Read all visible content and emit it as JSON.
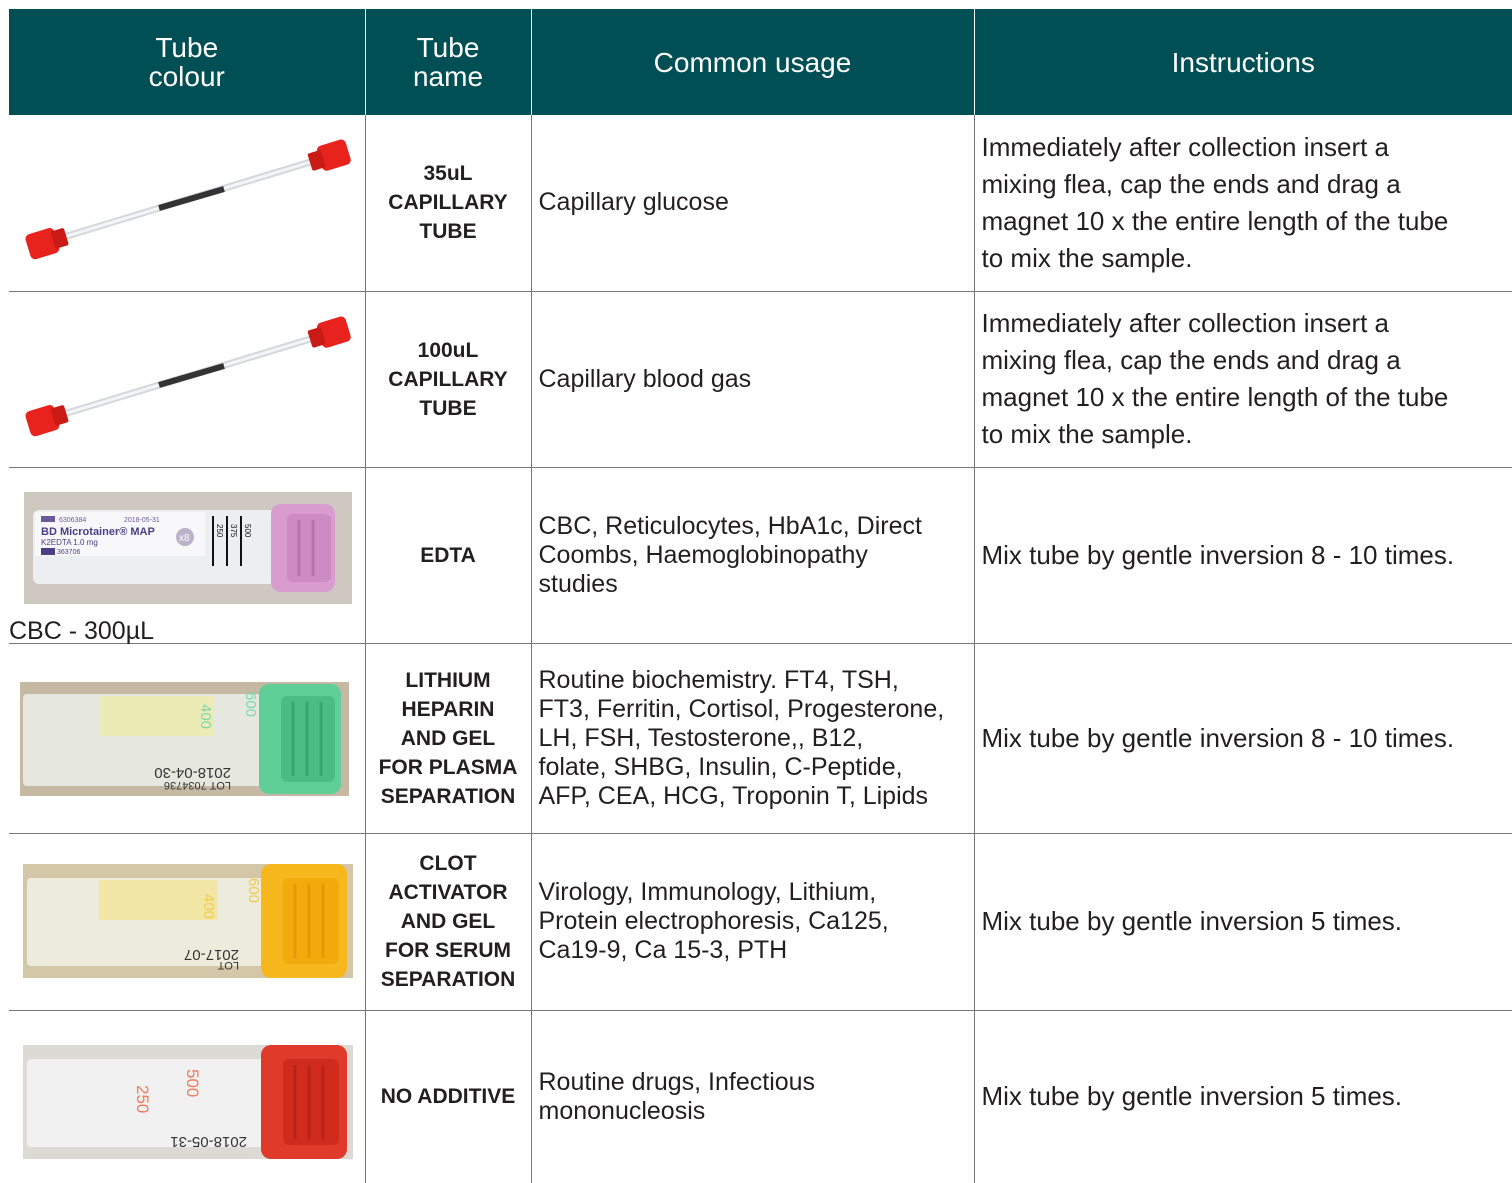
{
  "headers": {
    "colour": [
      "Tube",
      "colour"
    ],
    "name": [
      "Tube",
      "name"
    ],
    "usage": "Common usage",
    "instructions": "Instructions"
  },
  "rows": [
    {
      "tube_icon": "red-capped-capillary-tube",
      "name": [
        "35uL",
        "CAPILLARY",
        "TUBE"
      ],
      "usage": "Capillary glucose",
      "instructions": [
        "Immediately after collection insert a",
        "mixing flea, cap the ends and drag a",
        "magnet 10 x the entire length of the tube",
        "to mix the sample."
      ]
    },
    {
      "tube_icon": "red-capped-capillary-tube",
      "name": [
        "100uL",
        "CAPILLARY",
        "TUBE"
      ],
      "usage": "Capillary blood gas",
      "instructions": [
        "Immediately after collection insert a",
        "mixing flea, cap the ends and drag a",
        "magnet 10 x the entire length of the tube",
        "to mix the sample."
      ]
    },
    {
      "tube_icon": "lavender-top-microtainer-tube",
      "caption": "CBC - 300µL",
      "tube_label": {
        "brand": "BD Microtainer® MAP",
        "additive": "K2EDTA 1.0 mg",
        "ref": "363706",
        "lot": "6306384",
        "date": "2018-05-31",
        "marks": [
          "250",
          "375",
          "500"
        ],
        "count": "x8"
      },
      "name": [
        "EDTA"
      ],
      "usage": [
        "CBC, Reticulocytes, HbA1c, Direct",
        "Coombs, Haemoglobinopathy",
        "studies"
      ],
      "instructions": "Mix tube by gentle inversion 8 - 10 times."
    },
    {
      "tube_icon": "green-top-tube",
      "tube_label": {
        "marks": [
          "400",
          "600"
        ],
        "date": "2018-04-30",
        "lot": "LOT 7034736"
      },
      "name": [
        "LITHIUM",
        "HEPARIN",
        "AND GEL",
        "FOR PLASMA",
        "SEPARATION"
      ],
      "usage": [
        "Routine biochemistry. FT4, TSH,",
        "FT3, Ferritin, Cortisol, Progesterone,",
        "LH, FSH, Testosterone,, B12,",
        "folate, SHBG, Insulin, C-Peptide,",
        "AFP, CEA, HCG, Troponin T, Lipids"
      ],
      "instructions": "Mix tube by gentle inversion 8 - 10 times."
    },
    {
      "tube_icon": "gold-top-tube",
      "tube_label": {
        "marks": [
          "400",
          "600"
        ],
        "date": "2017-07",
        "lot": "LOT"
      },
      "name": [
        "CLOT",
        "ACTIVATOR",
        "AND GEL",
        "FOR SERUM",
        "SEPARATION"
      ],
      "usage": [
        "Virology, Immunology, Lithium,",
        "Protein electrophoresis, Ca125,",
        "Ca19-9, Ca 15-3, PTH"
      ],
      "instructions": "Mix tube by gentle inversion 5 times."
    },
    {
      "tube_icon": "red-top-tube",
      "tube_label": {
        "marks": [
          "250",
          "500"
        ],
        "date": "2018-05-31",
        "lot": ""
      },
      "name": [
        "NO ADDITIVE"
      ],
      "usage": [
        "Routine drugs, Infectious",
        "mononucleosis"
      ],
      "instructions": "Mix tube by gentle inversion 5 times."
    }
  ],
  "colors": {
    "header_bg": "#004f55",
    "grid": "#76777a",
    "cap_red": "#e8231d",
    "cap_lavender": "#d89ccf",
    "cap_green": "#5fcf97",
    "cap_gold": "#f6b81c",
    "cap_red_top": "#e03a2a"
  }
}
